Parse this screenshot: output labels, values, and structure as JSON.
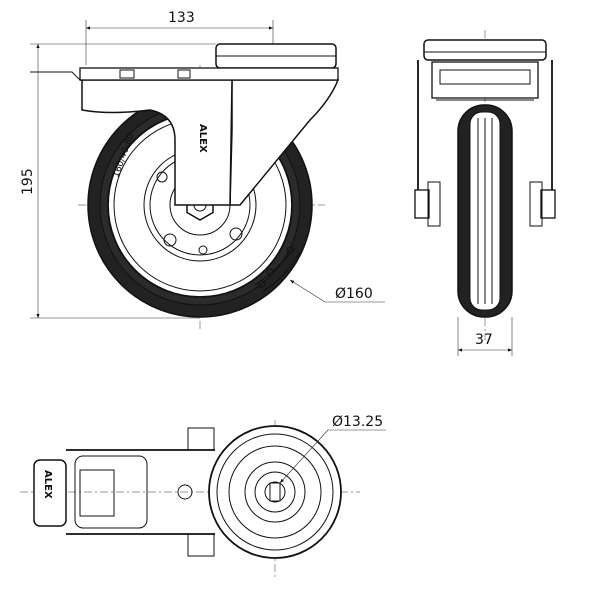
{
  "dimensions": {
    "width_label": "133",
    "height_label": "195",
    "wheel_diameter_label": "Ø160",
    "tread_width_label": "37",
    "bolt_hole_label": "Ø13.25"
  },
  "markings": {
    "tire_marking": "160/40-80",
    "brand_on_wheel": "ALEX",
    "brand_on_brake": "ALEX"
  }
}
